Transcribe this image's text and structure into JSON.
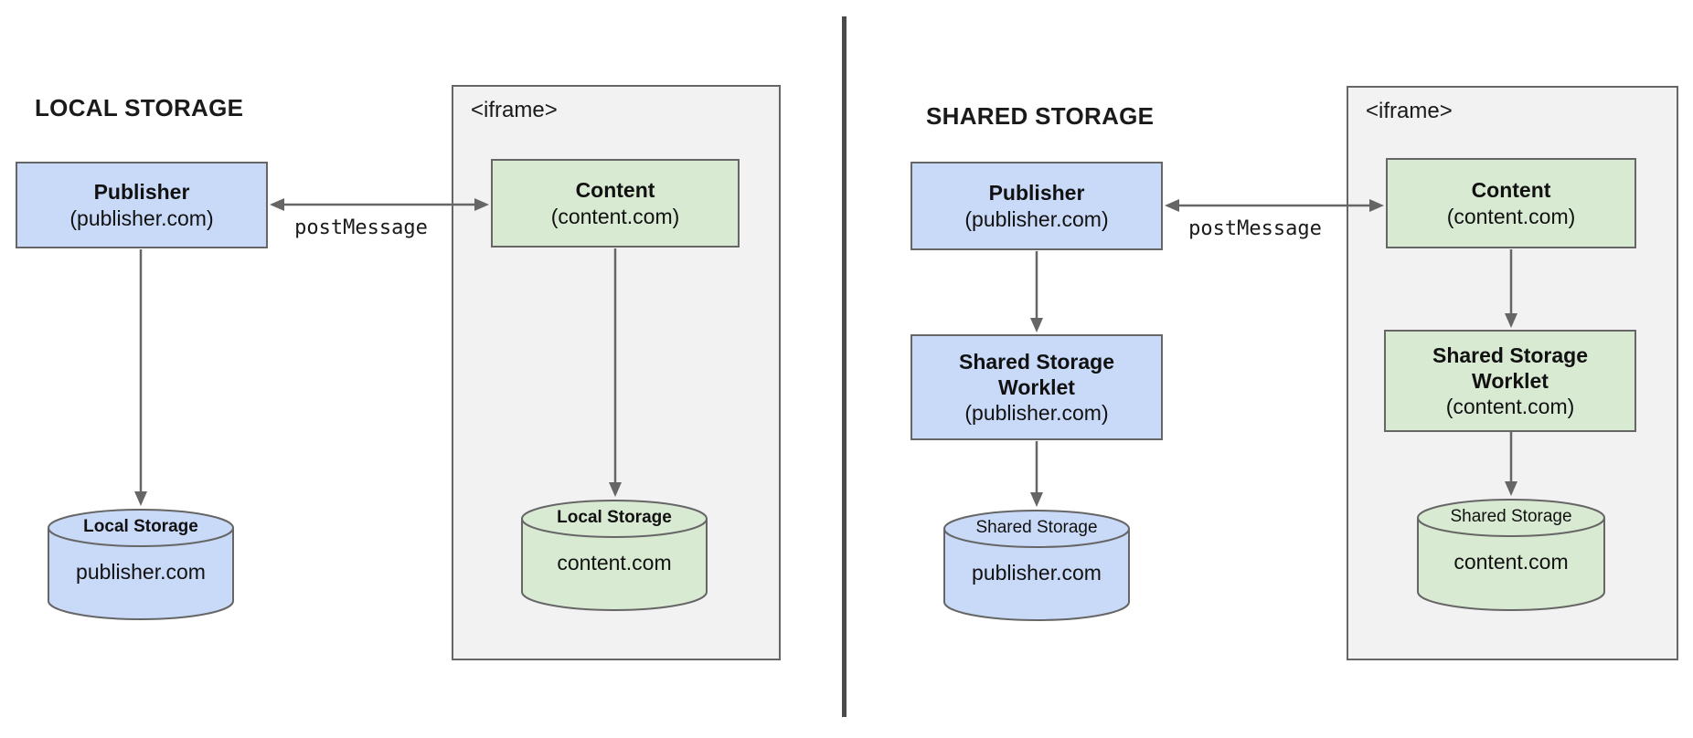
{
  "colors": {
    "blue_fill": "#c9daf8",
    "green_fill": "#d9ead3",
    "iframe_fill": "#f2f2f2",
    "border": "#666666",
    "divider": "#4a4a4a",
    "arrow": "#666666",
    "text": "#111111"
  },
  "left": {
    "title": "LOCAL STORAGE",
    "publisher": {
      "name": "Publisher",
      "origin": "(publisher.com)"
    },
    "iframe_label": "<iframe>",
    "content": {
      "name": "Content",
      "origin": "(content.com)"
    },
    "post_message": "postMessage",
    "publisher_store": {
      "label": "Local Storage",
      "value": "publisher.com"
    },
    "content_store": {
      "label": "Local Storage",
      "value": "content.com"
    }
  },
  "right": {
    "title": "SHARED STORAGE",
    "publisher": {
      "name": "Publisher",
      "origin": "(publisher.com)"
    },
    "iframe_label": "<iframe>",
    "content": {
      "name": "Content",
      "origin": "(content.com)"
    },
    "post_message": "postMessage",
    "publisher_worklet": {
      "line1": "Shared Storage",
      "line2": "Worklet",
      "origin": "(publisher.com)"
    },
    "content_worklet": {
      "line1": "Shared Storage",
      "line2": "Worklet",
      "origin": "(content.com)"
    },
    "publisher_store": {
      "label": "Shared Storage",
      "value": "publisher.com"
    },
    "content_store": {
      "label": "Shared Storage",
      "value": "content.com"
    }
  }
}
